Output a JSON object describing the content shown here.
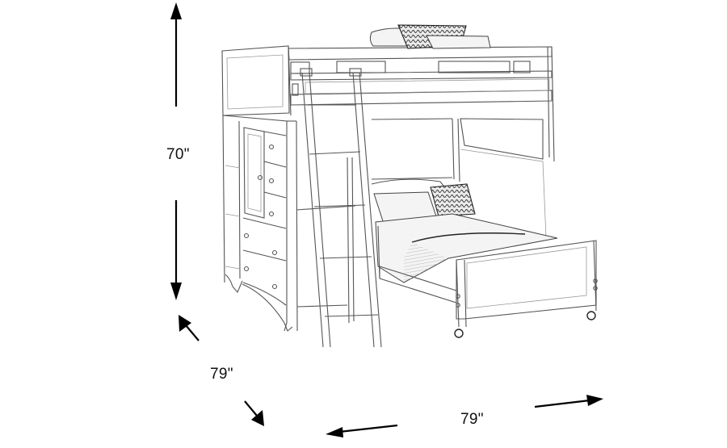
{
  "diagram": {
    "subject": "loft bunk bed with chest and lower twin bed",
    "style": "pencil line drawing",
    "dimensions": {
      "height": {
        "label": "70\"",
        "orientation": "vertical"
      },
      "depth": {
        "label": "79\"",
        "orientation": "diagonal"
      },
      "width": {
        "label": "79\"",
        "orientation": "horizontal"
      }
    },
    "colors": {
      "background": "#ffffff",
      "line": "#555555",
      "arrow": "#000000"
    }
  }
}
